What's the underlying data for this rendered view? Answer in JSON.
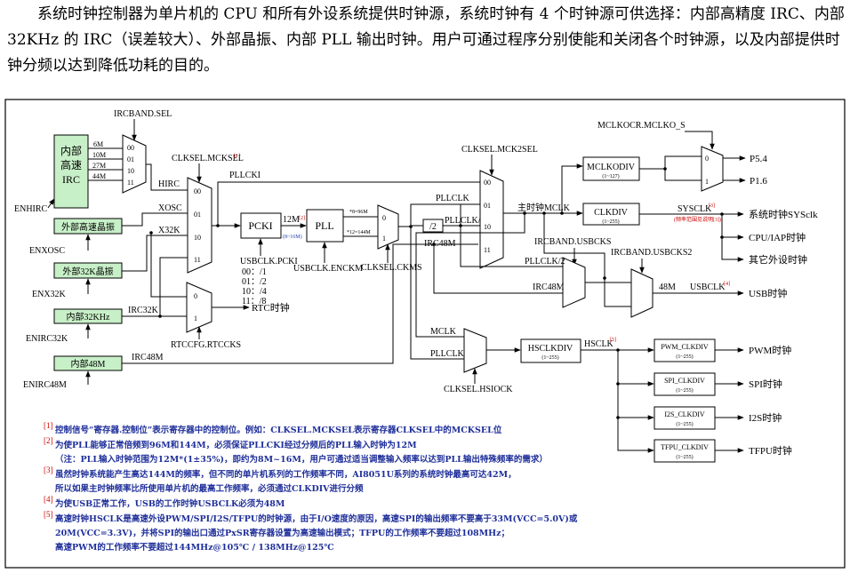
{
  "intro_text": "系统时钟控制器为单片机的 CPU 和所有外设系统提供时钟源，系统时钟有 4 个时钟源可供选择：内部高精度 IRC、内部 32KHz 的 IRC（误差较大）、外部晶振、内部 PLL 输出时钟。用户可通过程序分别使能和关闭各个时钟源，以及内部提供时钟分频以达到降低功耗的目的。",
  "sources": {
    "irc_line1": "内部",
    "irc_line2": "高速",
    "irc_line3": "IRC",
    "ext_hs": "外部高速晶振",
    "ext_32k": "外部32K晶振",
    "int_32k": "内部32KHz",
    "int_48m": "内部48M"
  },
  "enables": {
    "enhirc": "ENHIRC",
    "enxosc": "ENXOSC",
    "enx32k": "ENX32K",
    "enirc32k": "ENIRC32K",
    "enirc48m": "ENIRC48M"
  },
  "irc_freqs": [
    "6M",
    "10M",
    "27M",
    "44M"
  ],
  "mux_inputs": [
    "00",
    "01",
    "10",
    "11"
  ],
  "mux_inputs_01": [
    "0",
    "1"
  ],
  "signals": {
    "irc_band_sel": "IRCBAND.SEL",
    "hirc": "HIRC",
    "xosc": "XOSC",
    "x32k": "X32K",
    "irc32k": "IRC32K",
    "irc48m": "IRC48M",
    "irc48m_2": "IRC48M",
    "irc48m_3": "IRC48M",
    "clksel_mcksel": "CLKSEL.MCKSEL",
    "pllcki": "PLLCKI",
    "clk12m": "12M",
    "range": "(8~16M)",
    "usbclk_pcki": "USBCLK.PCKI",
    "usbclk_enckm": "USBCLK.ENCKM",
    "x8": "*8=96M",
    "x12": "*12=144M",
    "clksel_ckms": "CLKSEL.CKMS",
    "pllclk": "PLLCLK",
    "pllclk_2": "PLLCLK/2",
    "pllclk_2b": "PLLCLK/2",
    "pllclk_b": "PLLCLK",
    "div2": "/2",
    "clksel_mck2sel": "CLKSEL.MCK2SEL",
    "main_mclk": "主时钟MCLK",
    "mclk": "MCLK",
    "sysclk": "SYSCLK",
    "sysclk_note": "(频率范围见说明[3])",
    "ircband_usbcks": "IRCBAND.USBCKS",
    "ircband_usbcks2": "IRCBAND.USBCKS2",
    "clk48m": "48M",
    "usbclk": "USBCLK",
    "hsclk": "HSCLK",
    "clksel_hsiock": "CLKSEL.HSIOCK",
    "rtccfg_rtccks": "RTCCFG.RTCCKS",
    "rtc_clock": "RTC时钟",
    "mclkocr": "MCLKOCR.MCLKO_S",
    "p54": "P5.4",
    "p16": "P1.6"
  },
  "note_refs": {
    "n1": "[1]",
    "n2": "[2]",
    "n3": "[3]",
    "n4": "[4]",
    "n5": "[5]"
  },
  "pcki_divs": [
    "00：/1",
    "01：/2",
    "10：/4",
    "11：/8"
  ],
  "blocks": {
    "pcki": "PCKI",
    "pll": "PLL",
    "mclkodiv": "MCLKODIV",
    "mclkodiv_range": "(1~127)",
    "clkdiv": "CLKDIV",
    "clkdiv_range": "(1~255)",
    "hsclkdiv": "HSCLKDIV",
    "hsclkdiv_range": "(1~255)",
    "pwm_clkdiv": "PWM_CLKDIV",
    "spi_clkdiv": "SPI_CLKDIV",
    "i2s_clkdiv": "I2S_CLKDIV",
    "tfpu_clkdiv": "TFPU_CLKDIV",
    "div_range": "(1~255)"
  },
  "outputs": {
    "sys": "系统时钟SYSclk",
    "cpu": "CPU/IAP时钟",
    "periph": "其它外设时钟",
    "usb": "USB时钟",
    "pwm": "PWM时钟",
    "spi": "SPI时钟",
    "i2s": "I2S时钟",
    "tfpu": "TFPU时钟"
  },
  "notes": {
    "n1": "控制信号“寄存器.控制位”表示寄存器中的控制位。例如：CLKSEL.MCKSEL表示寄存器CLKSEL中的MCKSEL位",
    "n2a": "为使PLL能够正常倍频到96M和144M，必须保证PLLCKI经过分频后的PLL输入时钟为12M",
    "n2b": "（注：PLL输入时钟范围为12M*(1±35%)，即约为8M~16M，用户可通过适当调整输入频率以达到PLL输出特殊频率的需求）",
    "n3a": "虽然时钟系统能产生高达144M的频率，但不同的单片机系列的工作频率不同，AI8051U系列的系统时钟最高可达42M，",
    "n3b": "所以如果主时钟频率比所使用单片机的最高工作频率，必须通过CLKDIV进行分频",
    "n4": "为使USB正常工作，USB的工作时钟USBCLK必须为48M",
    "n5a": "高速时钟HSCLK是高速外设PWM/SPI/I2S/TFPU的时钟源，由于I/O速度的原因，高速SPI的输出频率不要高于33M(VCC=5.0V)或",
    "n5b": "20M(VCC=3.3V)，并将SPI的输出口通过PxSR寄存器设置为高速输出模式；TFPU的工作频率不要超过108MHz；",
    "n5c": "高速PWM的工作频率不要超过144MHz@105℃ / 138MHz@125℃"
  }
}
